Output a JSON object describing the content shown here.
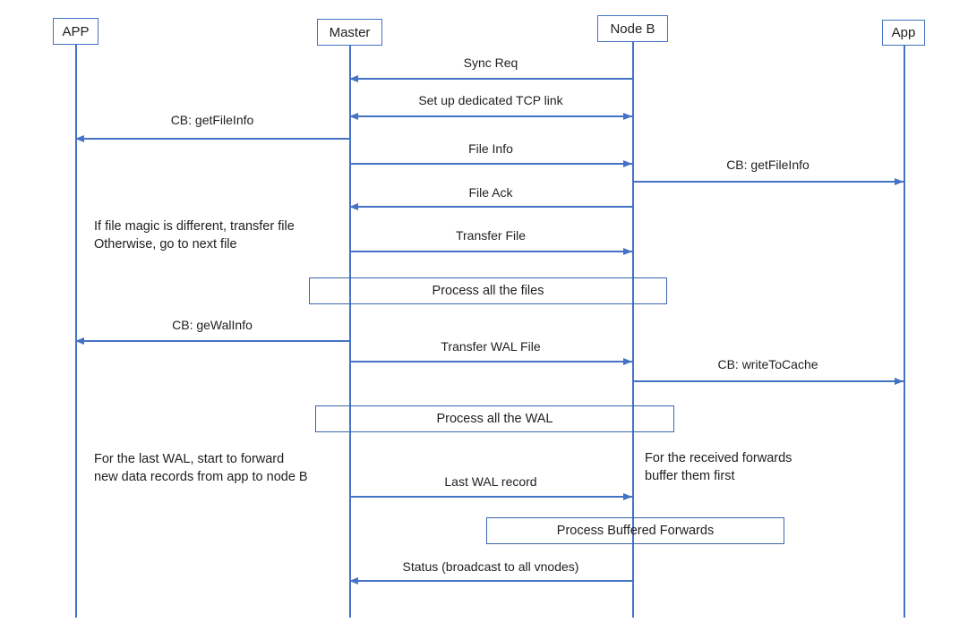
{
  "colors": {
    "accent": "#4472C4",
    "text": "#1f1f1f"
  },
  "actors": [
    {
      "label": "APP"
    },
    {
      "label": "Master"
    },
    {
      "label": "Node B"
    },
    {
      "label": "App"
    }
  ],
  "messages": [
    {
      "label": "Sync Req",
      "from": "Node B",
      "to": "Master",
      "direction": "left"
    },
    {
      "label": "Set up dedicated TCP link",
      "from": "Master",
      "to": "Node B",
      "direction": "both"
    },
    {
      "label": "CB: getFileInfo",
      "from": "Master",
      "to": "APP",
      "direction": "left"
    },
    {
      "label": "File Info",
      "from": "Master",
      "to": "Node B",
      "direction": "right"
    },
    {
      "label": "CB: getFileInfo",
      "from": "Node B",
      "to": "App",
      "direction": "right"
    },
    {
      "label": "File Ack",
      "from": "Node B",
      "to": "Master",
      "direction": "left"
    },
    {
      "label": "Transfer File",
      "from": "Master",
      "to": "Node B",
      "direction": "right"
    },
    {
      "label": "CB: geWalInfo",
      "from": "Master",
      "to": "APP",
      "direction": "left"
    },
    {
      "label": "Transfer WAL File",
      "from": "Master",
      "to": "Node B",
      "direction": "right"
    },
    {
      "label": "CB: writeToCache",
      "from": "Node B",
      "to": "App",
      "direction": "right"
    },
    {
      "label": "Last WAL record",
      "from": "Master",
      "to": "Node B",
      "direction": "right"
    },
    {
      "label": "Status (broadcast to all vnodes)",
      "from": "Node B",
      "to": "Master",
      "direction": "left"
    }
  ],
  "process_boxes": [
    {
      "label": "Process all the files"
    },
    {
      "label": "Process all the WAL"
    },
    {
      "label": "Process Buffered Forwards"
    }
  ],
  "notes": [
    {
      "text": "If file magic is different, transfer file\nOtherwise, go to next file"
    },
    {
      "text": "For the last WAL, start to forward\nnew data records from app to node B"
    },
    {
      "text": "For the received forwards\nbuffer them first"
    }
  ]
}
